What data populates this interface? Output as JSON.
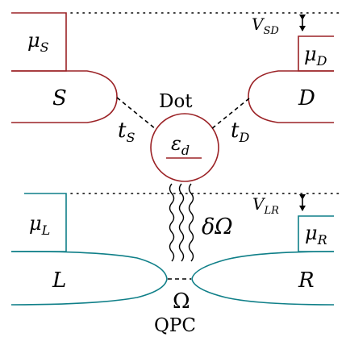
{
  "colors": {
    "dot_circuit": "#9b2226",
    "qpc_circuit": "#0f7f88",
    "ink": "#000000"
  },
  "labels": {
    "source": "S",
    "drain": "D",
    "dot": "Dot",
    "left": "L",
    "right": "R",
    "qpc": "QPC",
    "omega": "Ω"
  },
  "math": {
    "mu_s": {
      "base": "μ",
      "sub": "S"
    },
    "mu_d": {
      "base": "μ",
      "sub": "D"
    },
    "mu_l": {
      "base": "μ",
      "sub": "L"
    },
    "mu_r": {
      "base": "μ",
      "sub": "R"
    },
    "v_sd": {
      "base": "V",
      "sub": "SD"
    },
    "v_lr": {
      "base": "V",
      "sub": "LR"
    },
    "t_s": {
      "base": "t",
      "sub": "S"
    },
    "t_d": {
      "base": "t",
      "sub": "D"
    },
    "eps_d": {
      "base": "ε",
      "sub": "d"
    },
    "delta_omega": "δΩ"
  }
}
